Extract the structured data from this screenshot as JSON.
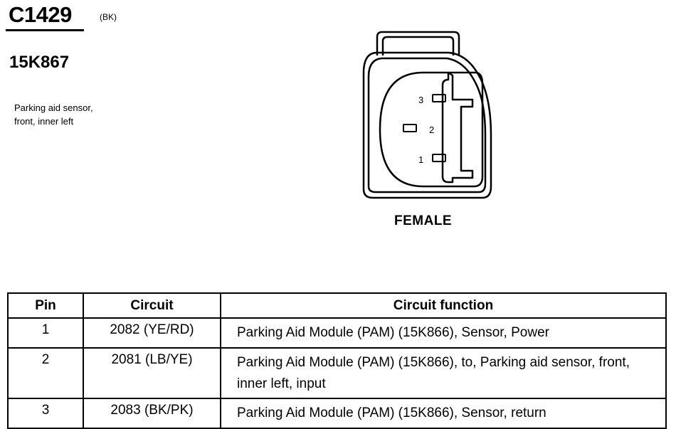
{
  "connector": {
    "id": "C1429",
    "color": "(BK)",
    "part_number": "15K867",
    "description_line1": "Parking aid sensor,",
    "description_line2": "front, inner left",
    "gender": "FEMALE",
    "pin_labels": [
      "1",
      "2",
      "3"
    ]
  },
  "table": {
    "headers": [
      "Pin",
      "Circuit",
      "Circuit function"
    ],
    "rows": [
      {
        "pin": "1",
        "circuit": "2082 (YE/RD)",
        "function": "Parking Aid Module (PAM) (15K866), Sensor, Power"
      },
      {
        "pin": "2",
        "circuit": "2081 (LB/YE)",
        "function": "Parking Aid Module (PAM) (15K866), to, Parking aid sensor, front, inner left, input"
      },
      {
        "pin": "3",
        "circuit": "2083 (BK/PK)",
        "function": "Parking Aid Module (PAM) (15K866), Sensor, return"
      }
    ]
  }
}
